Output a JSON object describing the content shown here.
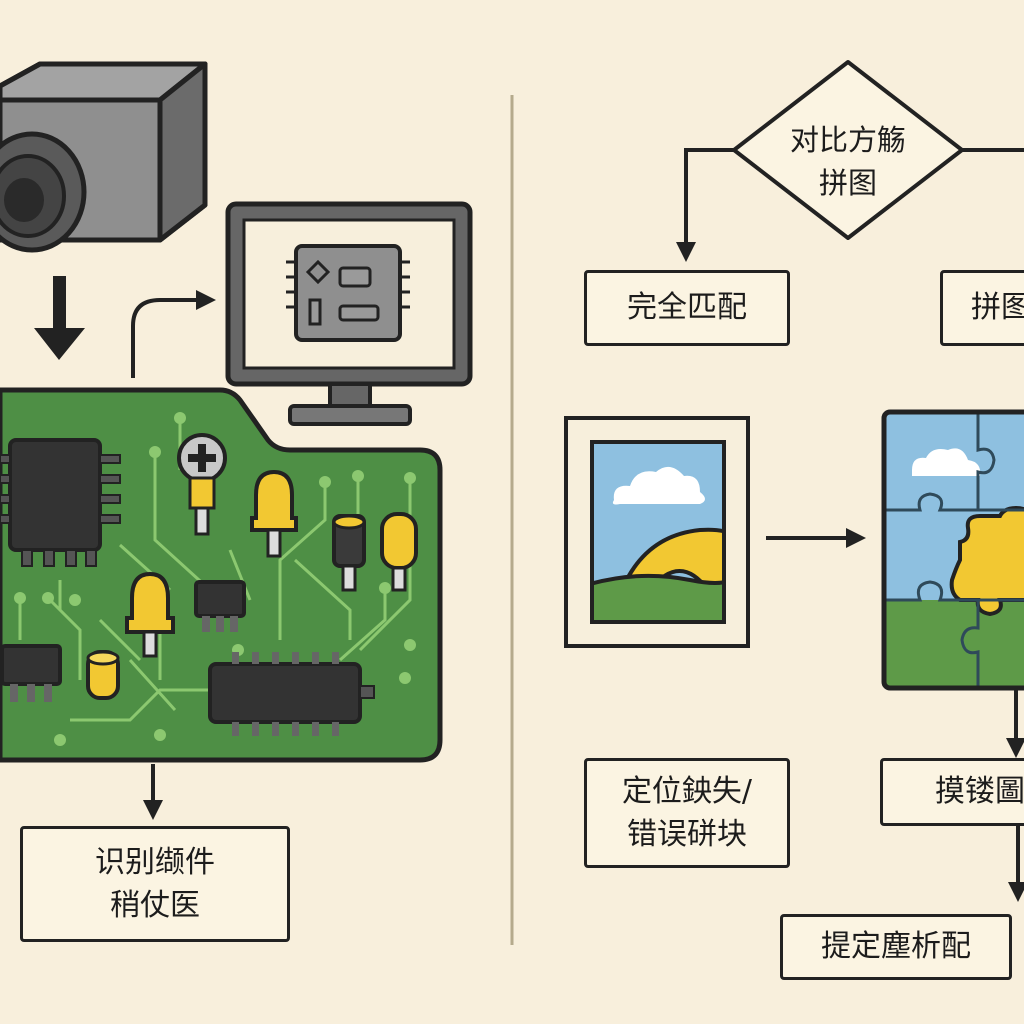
{
  "left_panel": {
    "output_label": {
      "line1": "识别缬件",
      "line2": "稍仗医"
    }
  },
  "right_panel": {
    "decision": {
      "line1": "对比方觞",
      "line2": "拼图"
    },
    "branch_left_label": "完全匹配",
    "branch_right_label": "拼图",
    "locate_label": {
      "line1": "定位鉠失/",
      "line2": "错误硑块"
    },
    "replace_label": "摸镂圖",
    "rematch_label": "提定塵析配"
  },
  "colors": {
    "background": "#f8efdc",
    "pcb_green": "#4e8f45",
    "trace_green": "#8cc870",
    "component_yellow": "#f2c832",
    "chip_dark": "#333333",
    "outline": "#222222",
    "sky_blue": "#8ec0e0",
    "grass_green": "#5e9a48",
    "divider": "#b5aa8c"
  },
  "icons": [
    "camera-icon",
    "monitor-icon",
    "circuit-board-icon",
    "picture-frame-icon",
    "jigsaw-puzzle-icon"
  ]
}
